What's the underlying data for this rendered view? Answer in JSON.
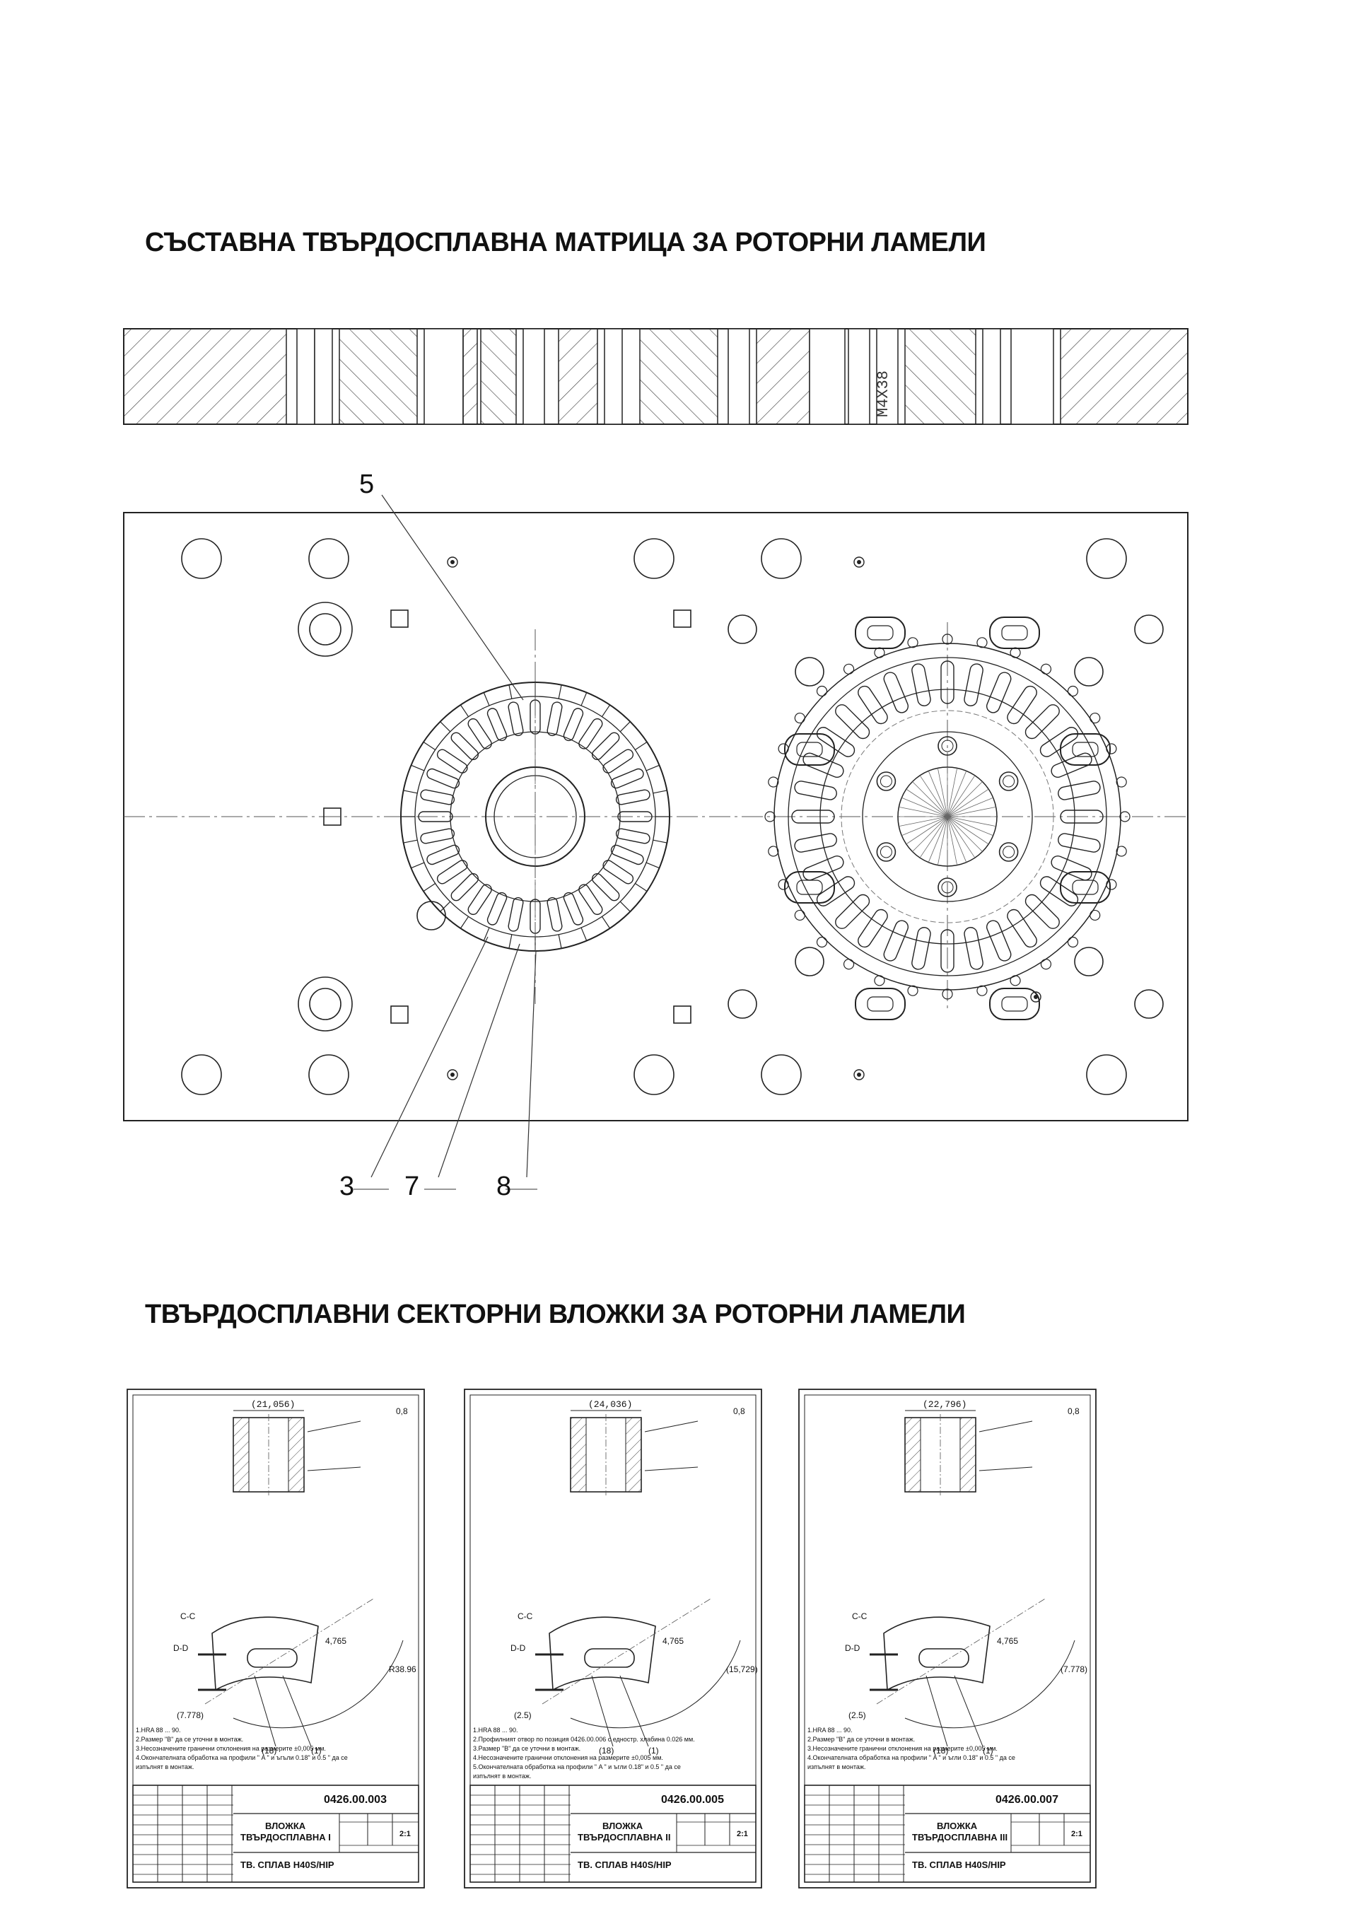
{
  "titles": {
    "assembly": "СЪСТАВНА ТВЪРДОСПЛАВНА МАТРИЦА ЗА РОТОРНИ ЛАМЕЛИ",
    "inserts": "ТВЪРДОСПЛАВНИ СЕКТОРНИ ВЛОЖКИ ЗА РОТОРНИ ЛАМЕЛИ"
  },
  "section_view": {
    "thread_label": "M4X38"
  },
  "callouts": [
    "5",
    "3",
    "7",
    "8"
  ],
  "sheets": [
    {
      "doc_number": "0426.00.003",
      "part_name_1": "ВЛОЖКА",
      "part_name_2": "ТВЪРДОСПЛАВНА I",
      "material": "ТВ. СПЛАВ Н40S/HIP",
      "scale": "2:1",
      "top_dim": "(21,056)",
      "surface": "0,8",
      "notes": [
        "1.HRA 88 ... 90.",
        "2.Размер \"B\" да се уточни в монтаж.",
        "3.Несозначените гранични отклонения на размерите ±0,005 мм.",
        "4.Окончателната обработка на профили \" A \" и ъгъли 0.18\" и 0.5 \" да се",
        "изпълнят в монтаж."
      ],
      "dims": [
        "4,765",
        "R38.96",
        "(7.778)",
        "(18)",
        "(1)",
        "C-C",
        "D-D"
      ]
    },
    {
      "doc_number": "0426.00.005",
      "part_name_1": "ВЛОЖКА",
      "part_name_2": "ТВЪРДОСПЛАВНА II",
      "material": "ТВ. СПЛАВ Н40S/HIP",
      "scale": "2:1",
      "top_dim": "(24,036)",
      "surface": "0,8",
      "notes": [
        "1.HRA 88 ... 90.",
        "2.Профилният отвор по позиция 0426.00.006 с едностр. хлабина 0.026 мм.",
        "3.Размер \"B\" да се уточни в монтаж.",
        "4.Несозначените гранични отклонения на размерите ±0,005 мм.",
        "5.Окончателната обработка на профили \" A \" и ъгли 0.18\" и 0.5 \" да се",
        "изпълнят в монтаж."
      ],
      "dims": [
        "4,765",
        "(15,729)",
        "(2.5)",
        "(18)",
        "(1)",
        "C-C",
        "D-D"
      ]
    },
    {
      "doc_number": "0426.00.007",
      "part_name_1": "ВЛОЖКА",
      "part_name_2": "ТВЪРДОСПЛАВНА III",
      "material": "ТВ. СПЛАВ Н40S/HIP",
      "scale": "2:1",
      "top_dim": "(22,796)",
      "surface": "0,8",
      "notes": [
        "1.HRA 88 ... 90.",
        "2.Размер \"B\" да се уточни в монтаж.",
        "3.Несозначените гранични отклонения на размерите ±0,005 мм.",
        "4.Окончателната обработка на профили \" A \" и ъгли 0.18\" и 0.5 \" да се",
        "изпълнят в монтаж."
      ],
      "dims": [
        "4,765",
        "(7.778)",
        "(2.5)",
        "(18)",
        "(1)",
        "C-C",
        "D-D"
      ]
    }
  ]
}
